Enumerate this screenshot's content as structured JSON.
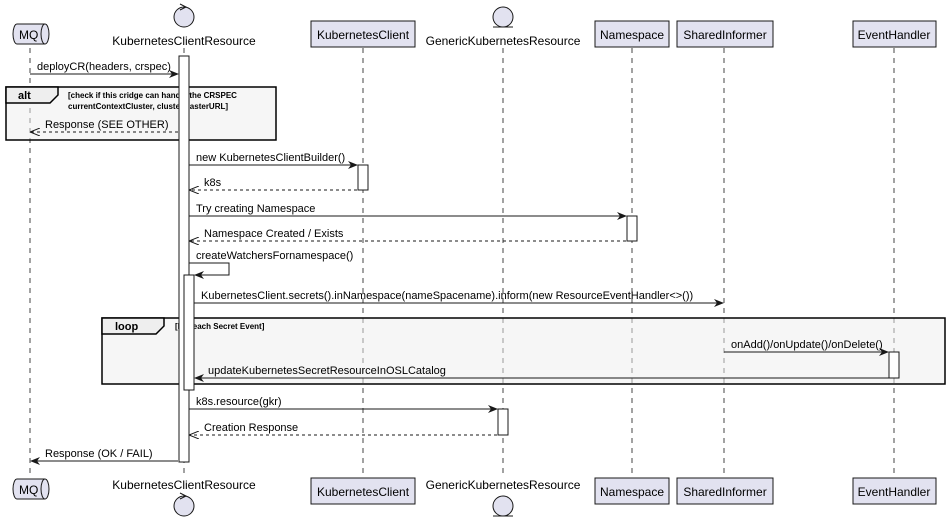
{
  "participants": {
    "mq": "MQ",
    "kcr": "KubernetesClientResource",
    "kclient": "KubernetesClient",
    "gkr": "GenericKubernetesResource",
    "ns": "Namespace",
    "si": "SharedInformer",
    "eh": "EventHandler"
  },
  "messages": {
    "m1": "deployCR(headers, crspec)",
    "m2": "Response (SEE OTHER)",
    "m3": "new KubernetesClientBuilder()",
    "m4": "k8s",
    "m5": "Try creating Namespace",
    "m6": "Namespace Created / Exists",
    "m7": "createWatchersFornamespace()",
    "m8": "KubernetesClient.secrets().inNamespace(nameSpacename).inform(new ResourceEventHandler<>())",
    "m9": "onAdd()/onUpdate()/onDelete()",
    "m10": "updateKubernetesSecretResourceInOSLCatalog",
    "m11": "k8s.resource(gkr)",
    "m12": "Creation Response",
    "m13": "Response (OK / FAIL)"
  },
  "frames": {
    "alt": {
      "keyword": "alt",
      "guard_line1": "[check if this cridge can handle the CRSPEC",
      "guard_line2": "currentContextCluster, clusterMasterURL]"
    },
    "loop": {
      "keyword": "loop",
      "guard": "[For each Secret Event]"
    }
  },
  "colors": {
    "participant_fill": "#E2E2F0",
    "participant_stroke": "#181818",
    "lifeline": "#181818",
    "activation_fill": "#FFFFFF",
    "frame_fill": "#EEEEEE"
  }
}
